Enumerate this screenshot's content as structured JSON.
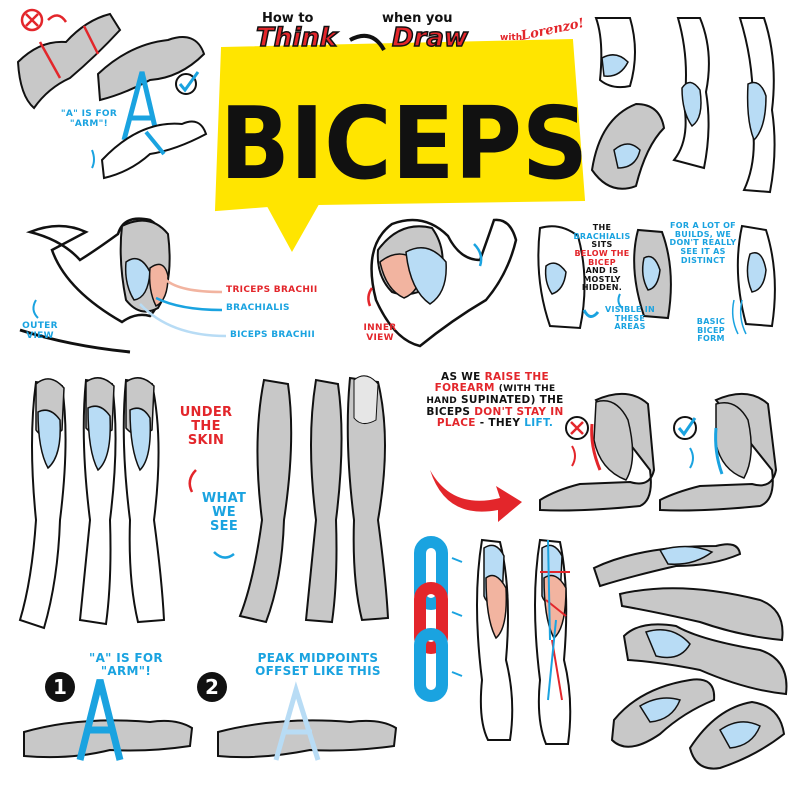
{
  "colors": {
    "accent_blue": "#1aa3e0",
    "accent_red": "#e3262b",
    "banner_yellow": "#ffe500",
    "muscle_blue": "#b8dcf5",
    "muscle_pink": "#f2b4a0",
    "shadow_gray": "#c8c8c8",
    "ink": "#111111"
  },
  "title": {
    "how_to": "How to",
    "think": "Think",
    "when_you": "when you",
    "draw": "Draw",
    "with": "with",
    "author_signature": "Lorenzo!",
    "main": "BICEPS"
  },
  "top_left": {
    "a_is_for_arm": "\"A\" is for \"arm\"!",
    "wrong_icon": "cross-circle-icon",
    "right_icon": "check-circle-icon"
  },
  "anatomy": {
    "outer_view": "Outer view",
    "inner_view": "Inner view",
    "triceps": "Triceps Brachii",
    "brachialis": "Brachialis",
    "biceps": "Biceps Brachii"
  },
  "brachialis_note": {
    "the": "The",
    "brachialis": "Brachialis",
    "sits": "sits",
    "below_the_bicep": "below the bicep",
    "and_is_mostly_hidden": "and is mostly hidden."
  },
  "builds_note": {
    "text": "For a lot of builds, we don't really see it as distinct",
    "visible": "Visible in these areas",
    "basic_form": "Basic bicep form"
  },
  "under_skin": {
    "under_the_skin": "Under the skin",
    "what_we_see": "What we see"
  },
  "raise_note": {
    "p1": "As we",
    "raise_the_forearm": "raise the forearm",
    "p2": "(with the hand",
    "supinated": "supinated",
    "p3": ") the biceps",
    "dont_stay": "don't stay in place",
    "p4": "- they",
    "lift": "lift."
  },
  "bottom": {
    "step1_number": "1",
    "step1_text": "\"A\" is for \"arm\"!",
    "step2_number": "2",
    "step2_text": "Peak midpoints offset like this"
  }
}
